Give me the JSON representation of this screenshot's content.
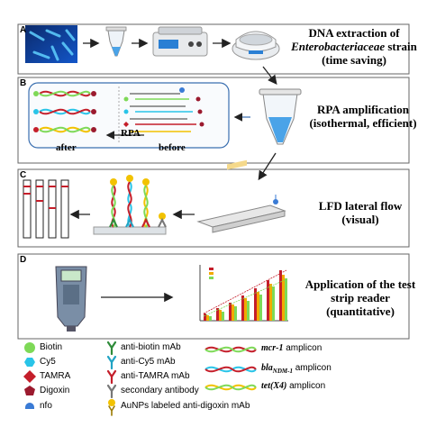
{
  "panels": {
    "a": {
      "letter": "A",
      "title_line1": "DNA extraction of",
      "title_line2": "Enterobacteriaceae",
      "title_line2_suffix": " strain",
      "title_line3": "(time saving)"
    },
    "b": {
      "letter": "B",
      "title_line1": "RPA amplification",
      "title_line2": "(isothermal, efficient)",
      "after_label": "after",
      "before_label": "before",
      "arrow_label": "RPA"
    },
    "c": {
      "letter": "C",
      "title_line1": "LFD lateral flow",
      "title_line2": "(visual)"
    },
    "d": {
      "letter": "D",
      "title_line1": "Application of the test",
      "title_line2": "strip reader",
      "title_line3": "(quantitative)"
    }
  },
  "legend": {
    "col1": [
      "Biotin",
      "Cy5",
      "TAMRA",
      "Digoxin",
      "nfo"
    ],
    "col2": [
      "anti-biotin mAb",
      "anti-Cy5 mAb",
      "anti-TAMRA mAb",
      "secondary antibody",
      "AuNPs labeled anti-digoxin mAb"
    ],
    "col3": [
      {
        "gene": "mcr-1",
        "sub": "",
        "suffix": " amplicon"
      },
      {
        "gene": "bla",
        "sub": "NDM-1",
        "suffix": " amplicon"
      },
      {
        "gene": "tet(X4)",
        "sub": "",
        "suffix": " amplicon"
      }
    ]
  },
  "colors": {
    "biotin": "#7ed957",
    "cy5": "#29c4e8",
    "tamra": "#c41e2a",
    "digoxin": "#9b1a2e",
    "nfo": "#3a7bd5",
    "gold": "#f2c200",
    "tube_liquid": "#4aa3e8",
    "panel_border": "#555555"
  }
}
